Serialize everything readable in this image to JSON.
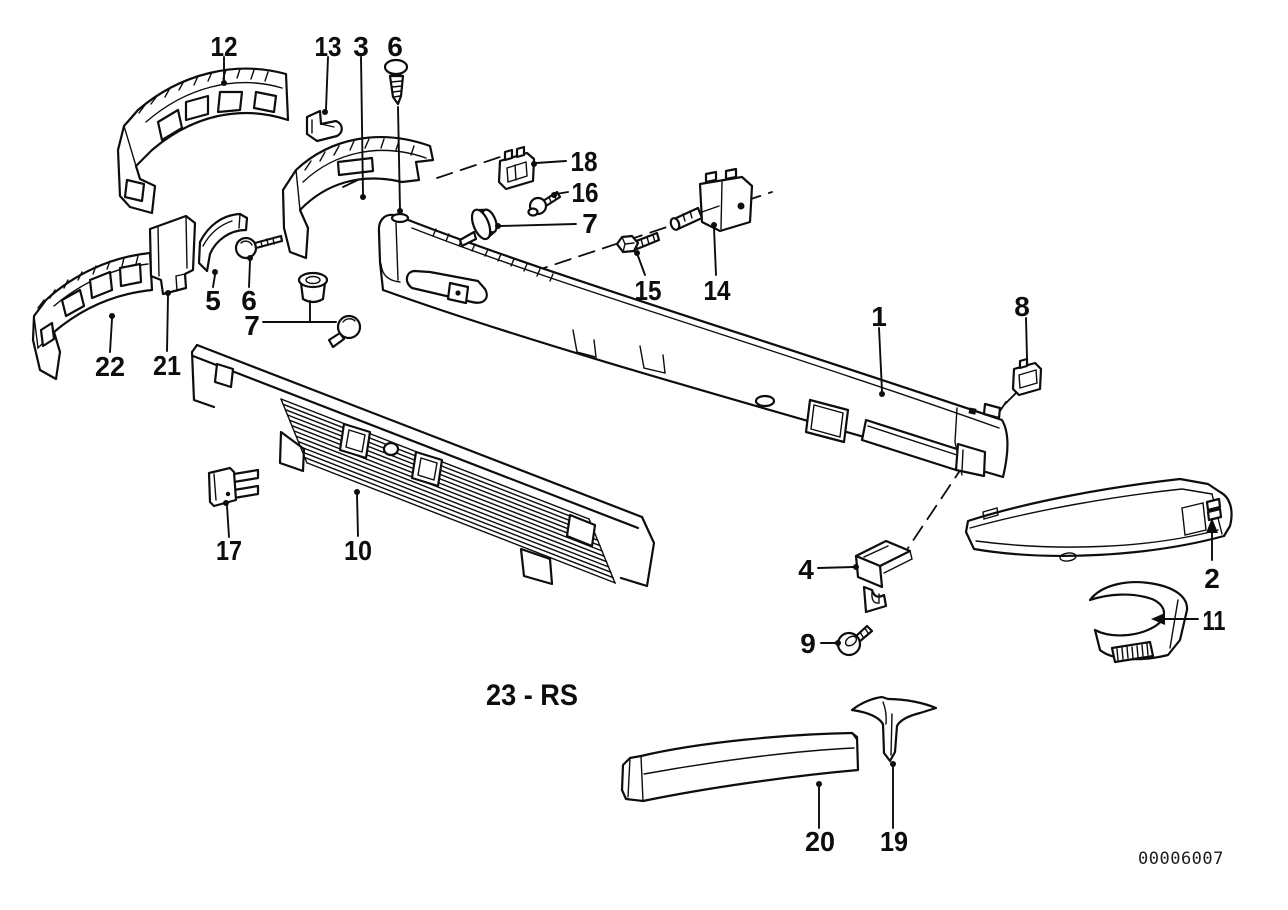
{
  "diagram": {
    "title_code": "23 - RS",
    "drawing_number": "00006007",
    "background_color": "#ffffff",
    "line_color": "#0d0d0d",
    "type": "exploded-parts-diagram",
    "callouts": [
      {
        "label": "12"
      },
      {
        "label": "13"
      },
      {
        "label": "3"
      },
      {
        "label": "6"
      },
      {
        "label": "18"
      },
      {
        "label": "16"
      },
      {
        "label": "7"
      },
      {
        "label": "15"
      },
      {
        "label": "14"
      },
      {
        "label": "1"
      },
      {
        "label": "8"
      },
      {
        "label": "5"
      },
      {
        "label": "6"
      },
      {
        "label": "7"
      },
      {
        "label": "22"
      },
      {
        "label": "21"
      },
      {
        "label": "17"
      },
      {
        "label": "10"
      },
      {
        "label": "4"
      },
      {
        "label": "9"
      },
      {
        "label": "2"
      },
      {
        "label": "11"
      },
      {
        "label": "20"
      },
      {
        "label": "19"
      }
    ]
  }
}
